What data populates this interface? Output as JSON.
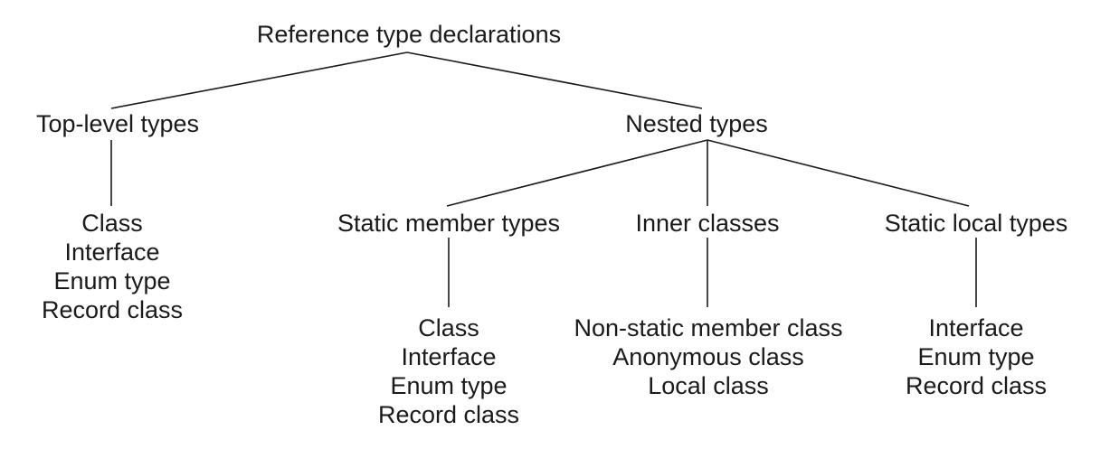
{
  "root": {
    "label": "Reference type declarations"
  },
  "top_level": {
    "label": "Top-level types",
    "items": [
      "Class",
      "Interface",
      "Enum type",
      "Record class"
    ]
  },
  "nested": {
    "label": "Nested types",
    "static_member": {
      "label": "Static member types",
      "items": [
        "Class",
        "Interface",
        "Enum type",
        "Record class"
      ]
    },
    "inner_classes": {
      "label": "Inner classes",
      "items": [
        "Non-static member class",
        "Anonymous class",
        "Local class"
      ]
    },
    "static_local": {
      "label": "Static local types",
      "items": [
        "Interface",
        "Enum type",
        "Record class"
      ]
    }
  }
}
